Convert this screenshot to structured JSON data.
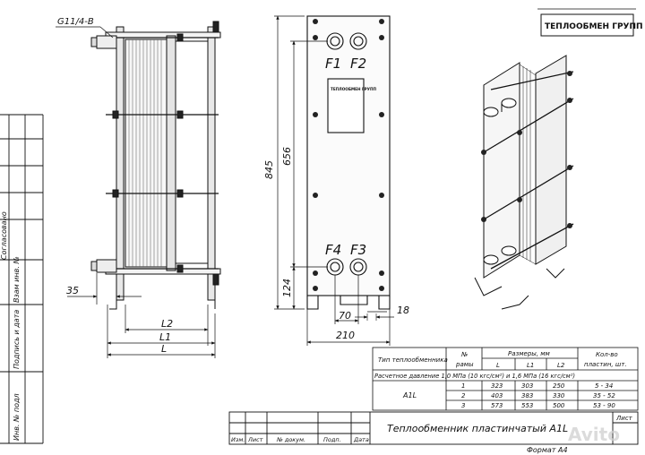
{
  "logo": {
    "text": "ТЕПЛООБМЕН ГРУПП"
  },
  "plate_logo": {
    "text": "ТЕПЛООБМЕН ГРУПП"
  },
  "side_view": {
    "thread_label": "G11/4-В",
    "dim_35": "35",
    "dim_L2": "L2",
    "dim_L1": "L1",
    "dim_L": "L"
  },
  "front_view": {
    "ports": [
      "F1",
      "F2",
      "F4",
      "F3"
    ],
    "dim_845": "845",
    "dim_656": "656",
    "dim_124": "124",
    "dim_70": "70",
    "dim_18": "18",
    "dim_210": "210"
  },
  "spec_table": {
    "headers": {
      "type": "Тип теплообменника",
      "num": "№",
      "num2": "рамы",
      "sizes": "Размеры, мм",
      "qty": "Кол-во",
      "qty2": "пластин, шт."
    },
    "size_cols": [
      "L",
      "L1",
      "L2"
    ],
    "pressure_row": "Расчетное давление 1,0 МПа (10 кгс/см²) и 1,6 МПа (16 кгс/см²)",
    "model": "A1L",
    "rows": [
      {
        "num": "1",
        "L": "323",
        "L1": "303",
        "L2": "250",
        "qty": "5 - 34"
      },
      {
        "num": "2",
        "L": "403",
        "L1": "383",
        "L2": "330",
        "qty": "35 - 52"
      },
      {
        "num": "3",
        "L": "573",
        "L1": "553",
        "L2": "500",
        "qty": "53 - 90"
      }
    ]
  },
  "title_block": {
    "title": "Теплообменник пластинчатый A1L",
    "sheet": "Лист",
    "cols": [
      "Изм.",
      "Лист",
      "№ докум.",
      "Подп.",
      "Дата"
    ]
  },
  "left_strip": {
    "agreed": "Согласовано",
    "labels": [
      "Взам инв. №",
      "Подпись и дата",
      "Инв. № подл"
    ]
  },
  "format": "Формат А4",
  "watermark": "Avito"
}
